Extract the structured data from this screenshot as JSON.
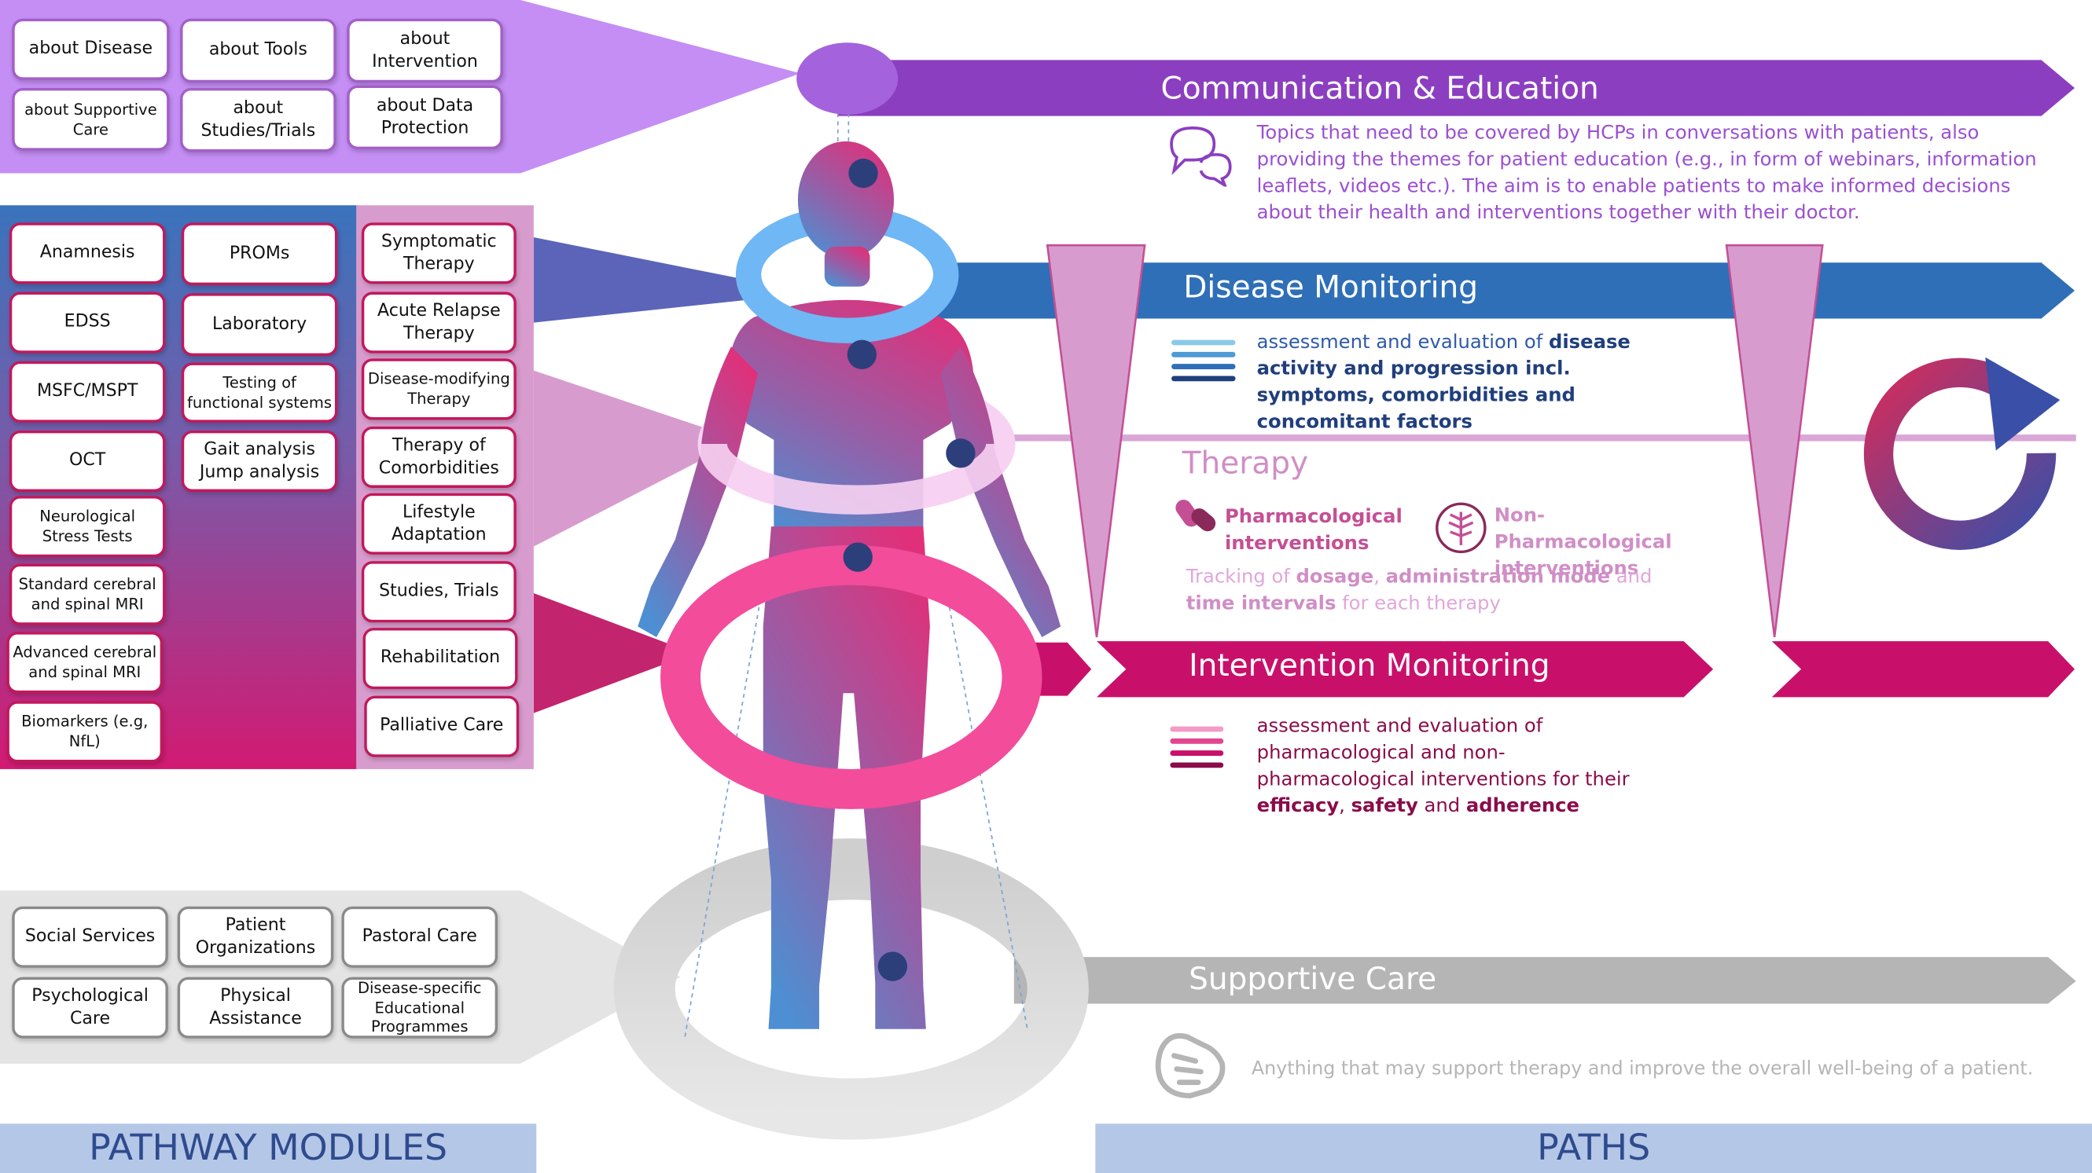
{
  "modules": {
    "education": [
      "about Disease",
      "about Tools",
      "about Intervention",
      "about Supportive Care",
      "about Studies/Trials",
      "about Data Protection"
    ],
    "monitoring_col1": [
      "Anamnesis",
      "EDSS",
      "MSFC/MSPT",
      "OCT",
      "Neurological Stress Tests",
      "Standard cerebral and spinal MRI",
      "Advanced cerebral and spinal MRI",
      "Biomarkers (e.g, NfL)"
    ],
    "monitoring_col2": [
      "PROMs",
      "Laboratory",
      "Testing of functional systems",
      "Gait analysis Jump analysis"
    ],
    "therapy": [
      "Symptomatic Therapy",
      "Acute Relapse Therapy",
      "Disease-modifying Therapy",
      "Therapy of Comorbidities",
      "Lifestyle Adaptation",
      "Studies, Trials",
      "Rehabilitation",
      "Palliative Care"
    ],
    "supportive": [
      "Social Services",
      "Patient Organizations",
      "Pastoral Care",
      "Psychological Care",
      "Physical Assistance",
      "Disease-specific Educational Programmes"
    ]
  },
  "paths": {
    "communication": {
      "title": "Communication & Education",
      "text": "Topics that need to be covered by HCPs in conversations with patients, also providing the themes for patient education (e.g., in form of webinars, information leaflets, videos etc.). The aim is to enable patients to make informed decisions about their health and interventions together with their doctor."
    },
    "disease_monitoring": {
      "title": "Disease Monitoring",
      "text_plain": "assessment and evaluation of ",
      "text_bold": "disease activity and progression incl. symptoms, comorbidities and concomitant factors"
    },
    "therapy": {
      "title": "Therapy",
      "pharma": "Pharmacological interventions",
      "nonpharma": "Non-Pharmacological interventions",
      "tracking": [
        "Tracking of ",
        "dosage",
        ", ",
        "administration mode",
        " and ",
        "time intervals",
        " for each therapy"
      ]
    },
    "intervention_monitoring": {
      "title": "Intervention Monitoring",
      "text": [
        "assessment and evaluation of pharmacological and non-pharmacological interventions for their ",
        "efficacy",
        ", ",
        "safety",
        " and ",
        "adherence"
      ]
    },
    "supportive_care": {
      "title": "Supportive Care",
      "text": "Anything that may support therapy and improve the overall well-being of a patient."
    }
  },
  "footer": {
    "left": "PATHWAY MODULES",
    "right": "PATHS"
  },
  "colors": {
    "purple": "#8b3fc0",
    "purple_text": "#9b4fd0",
    "blue": "#2e6fb7",
    "dark_blue": "#1f3e7c",
    "therapy_pink": "#d08ec6",
    "magenta": "#c8106a",
    "grey": "#b5b5b5",
    "footer": "#b4c7e7"
  },
  "icons": [
    "speech-bubbles-icon",
    "blue-lines-icon",
    "pills-icon",
    "herb-icon",
    "magenta-lines-icon",
    "handshake-icon",
    "cycle-arrow-icon"
  ]
}
